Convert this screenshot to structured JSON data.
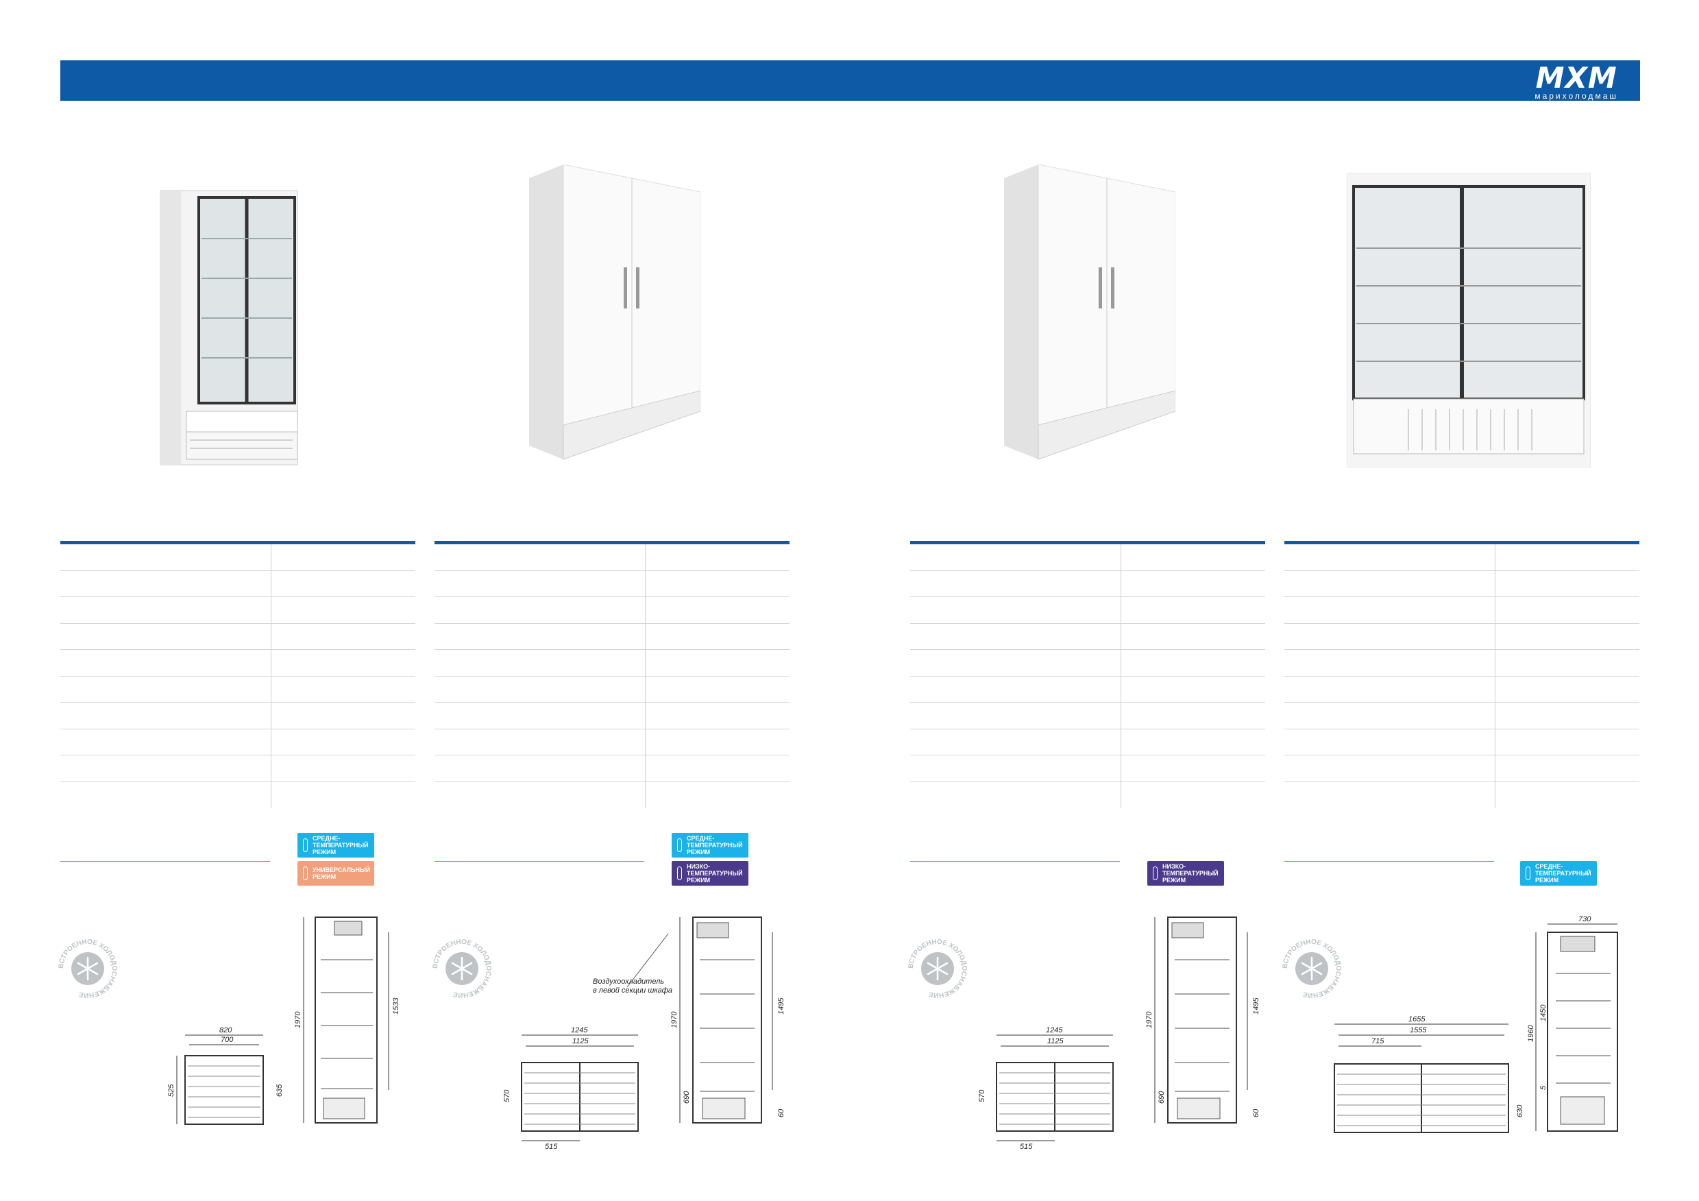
{
  "brand": {
    "name": "МХМ",
    "tagline": "марихолодмаш"
  },
  "products": [
    {
      "badges": [
        {
          "type": "mid",
          "text": "СРЕДНЕ-\nТЕМПЕРАТУРНЫЙ\nРЕЖИМ",
          "color": "#1ab2e8"
        },
        {
          "type": "universal",
          "text": "УНИВЕРСАЛЬНЫЙ\nРЕЖИМ",
          "color": "#f29f7c"
        }
      ],
      "stamp": "ВСТРОЕННОЕ ХОЛОДОСНАБЖЕНИЕ",
      "dims": {
        "outer_width": "820",
        "inner_width": "700",
        "depth": "525",
        "side_depth": "635",
        "height": "1970",
        "inner_height": "1533"
      }
    },
    {
      "badges": [
        {
          "type": "mid",
          "text": "СРЕДНЕ-\nТЕМПЕРАТУРНЫЙ\nРЕЖИМ",
          "color": "#1ab2e8"
        },
        {
          "type": "low",
          "text": "НИЗКО-\nТЕМПЕРАТУРНЫЙ\nРЕЖИМ",
          "color": "#4b3a8c"
        }
      ],
      "stamp": "ВСТРОЕННОЕ ХОЛОДОСНАБЖЕНИЕ",
      "note": "Воздухоохладитель\nв левой секции шкафа",
      "dims": {
        "outer_width": "1245",
        "inner_width": "1125",
        "depth": "570",
        "half": "515",
        "side_depth": "690",
        "height": "1970",
        "inner_height": "1495",
        "base": "60"
      }
    },
    {
      "badges": [
        {
          "type": "low",
          "text": "НИЗКО-\nТЕМПЕРАТУРНЫЙ\nРЕЖИМ",
          "color": "#4b3a8c"
        }
      ],
      "stamp": "ВСТРОЕННОЕ ХОЛОДОСНАБЖЕНИЕ",
      "dims": {
        "outer_width": "1245",
        "inner_width": "1125",
        "depth": "570",
        "half": "515",
        "side_depth": "690",
        "height": "1970",
        "inner_height": "1495",
        "base": "60"
      }
    },
    {
      "badges": [
        {
          "type": "mid",
          "text": "СРЕДНЕ-\nТЕМПЕРАТУРНЫЙ\nРЕЖИМ",
          "color": "#1ab2e8"
        }
      ],
      "stamp": "ВСТРОЕННОЕ ХОЛОДОСНАБЖЕНИЕ",
      "dims": {
        "outer_width": "1655",
        "inner_width": "1555",
        "section": "715",
        "top_depth": "730",
        "side_depth": "630",
        "height": "1960",
        "inner_height": "1450",
        "base": "5"
      }
    }
  ]
}
